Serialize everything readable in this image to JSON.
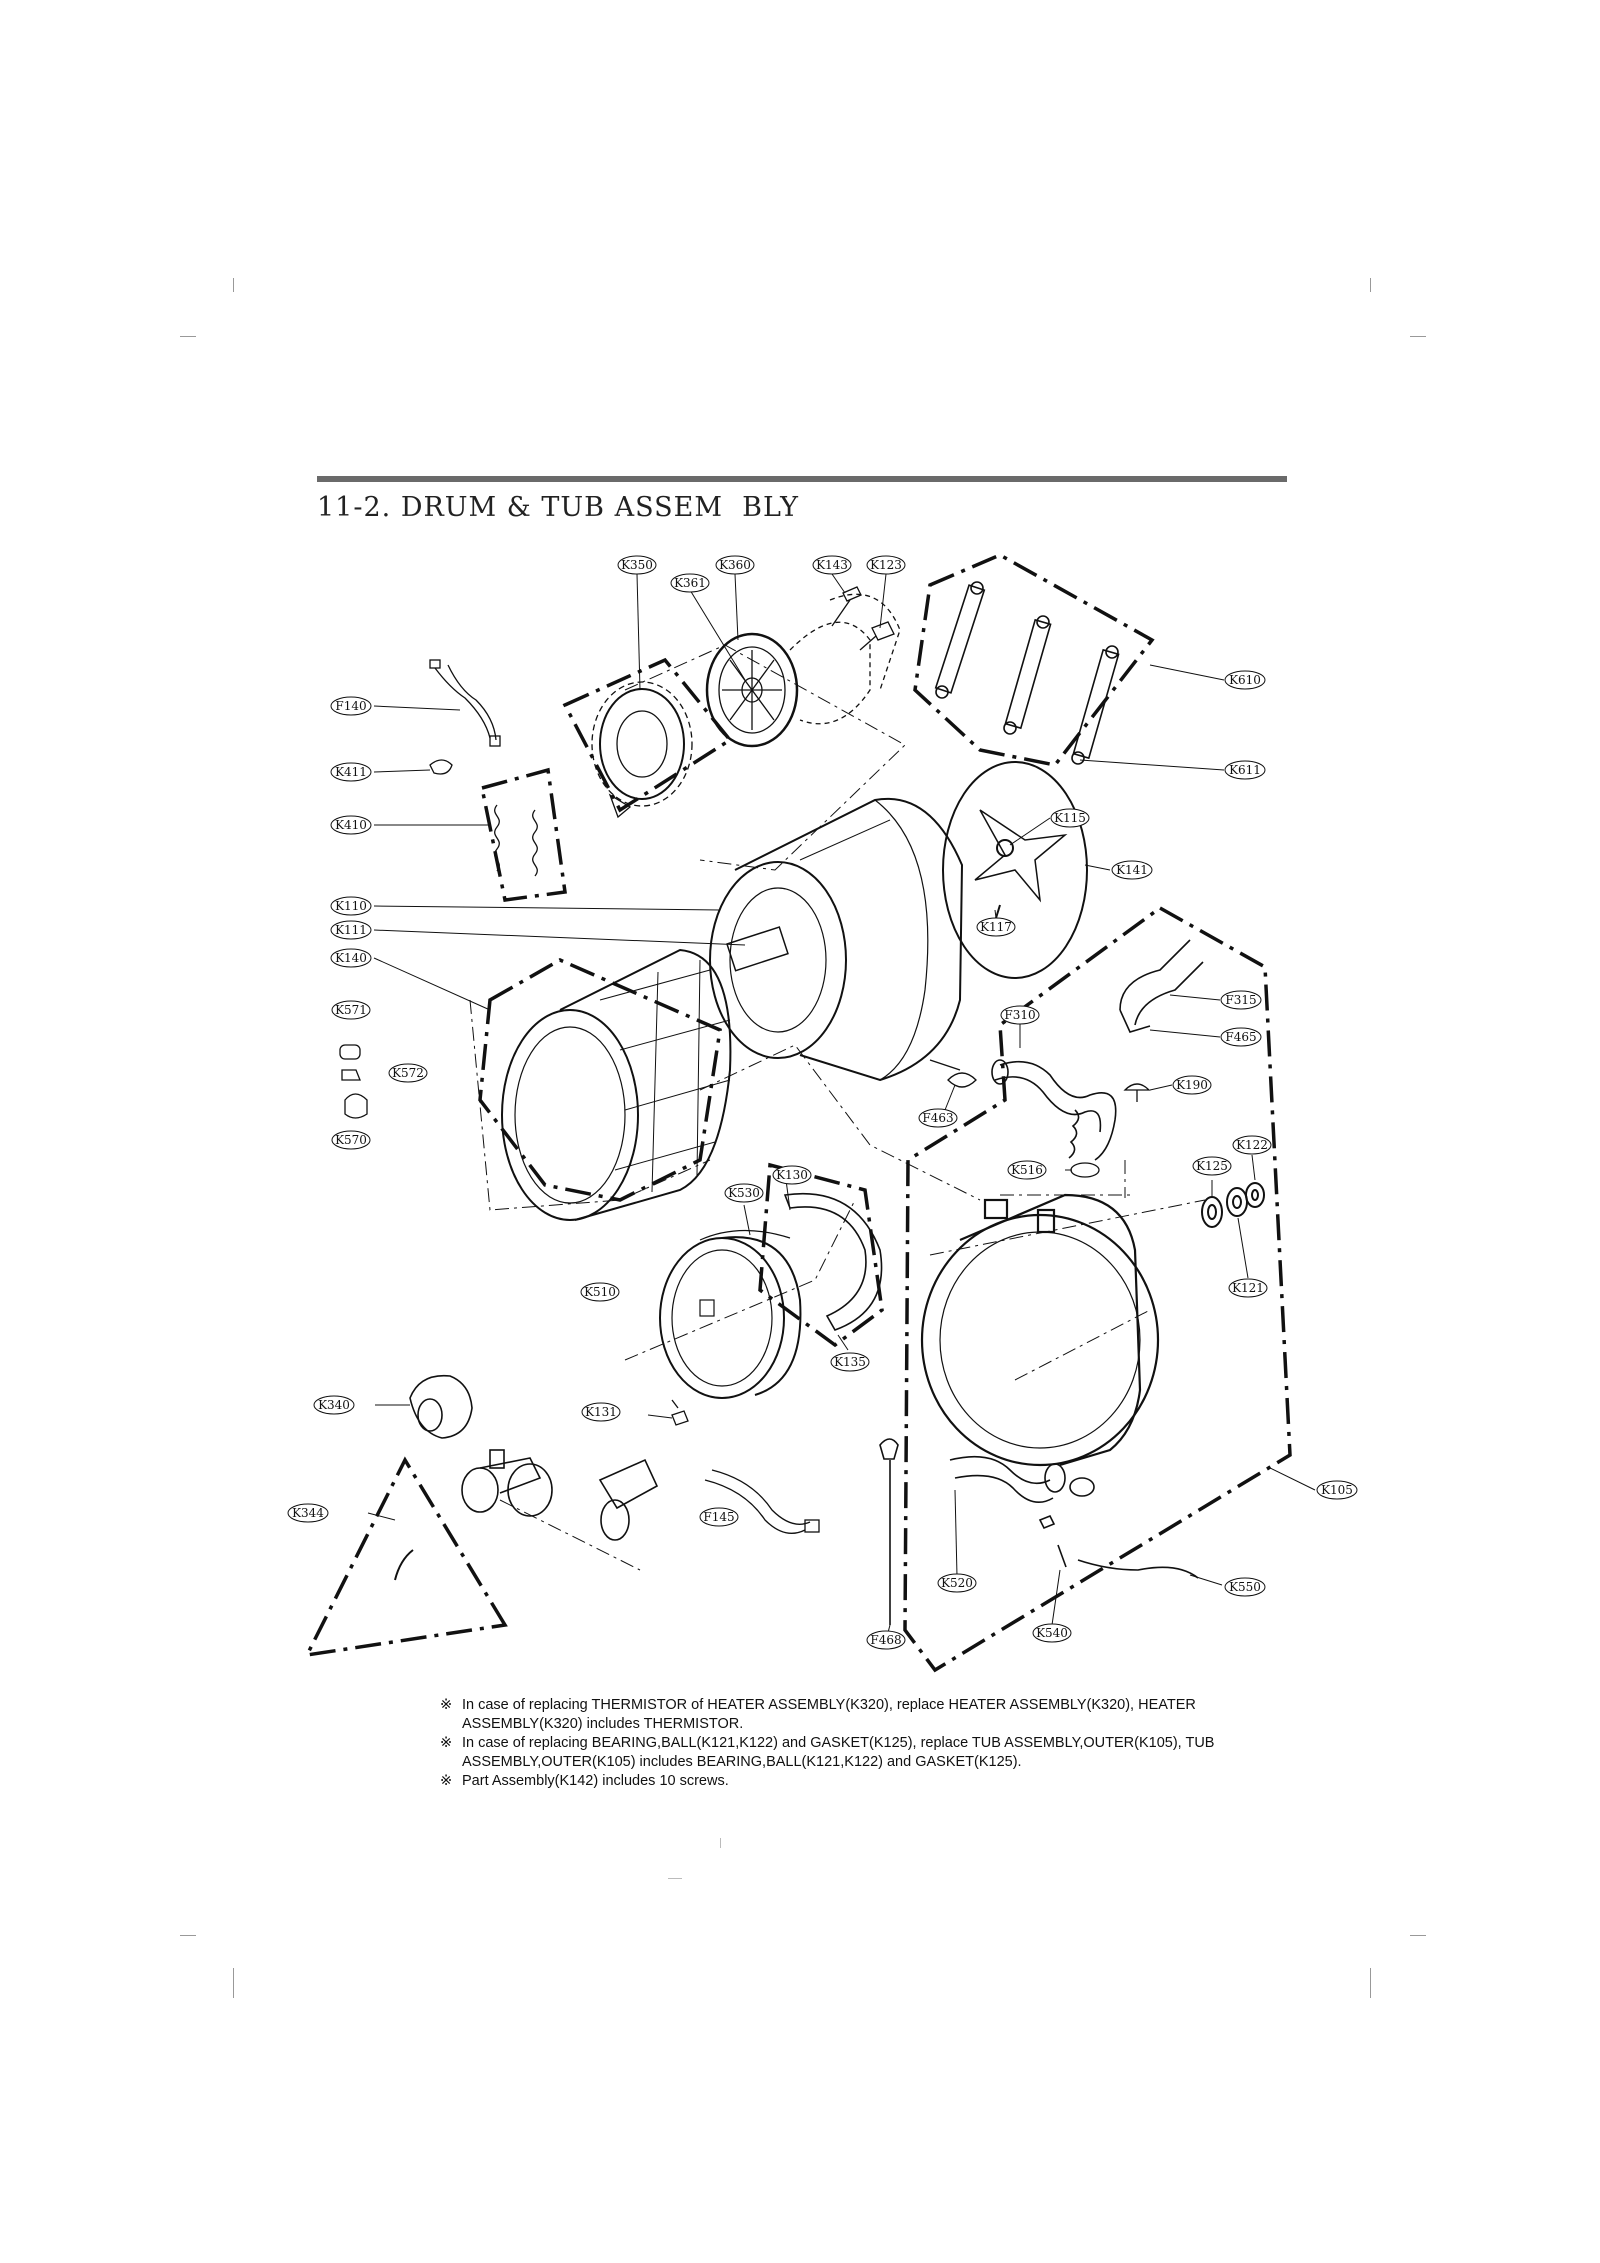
{
  "page": {
    "title": "11-2. DRUM & TUB ASSEM  BLY"
  },
  "diagram": {
    "labels": [
      "K350",
      "K360",
      "K361",
      "K143",
      "K123",
      "F140",
      "K611",
      "K610",
      "K411",
      "K410",
      "K115",
      "K141",
      "K110",
      "K111",
      "K117",
      "K140",
      "F315",
      "F465",
      "F310",
      "K571",
      "K572",
      "K190",
      "F463",
      "K570",
      "K122",
      "K516",
      "K125",
      "K130",
      "K530",
      "K121",
      "K510",
      "K135",
      "K340",
      "K131",
      "K105",
      "K344",
      "F145",
      "K520",
      "K550",
      "K540",
      "F468"
    ]
  },
  "notes": {
    "mark": "※",
    "lines": [
      "In case of replacing THERMISTOR of HEATER ASSEMBLY(K320), replace HEATER ASSEMBLY(K320), HEATER ASSEMBLY(K320) includes THERMISTOR.",
      "In case of replacing BEARING,BALL(K121,K122) and GASKET(K125), replace TUB ASSEMBLY,OUTER(K105), TUB ASSEMBLY,OUTER(K105) includes BEARING,BALL(K121,K122) and GASKET(K125).",
      "Part Assembly(K142) includes 10 screws."
    ]
  }
}
